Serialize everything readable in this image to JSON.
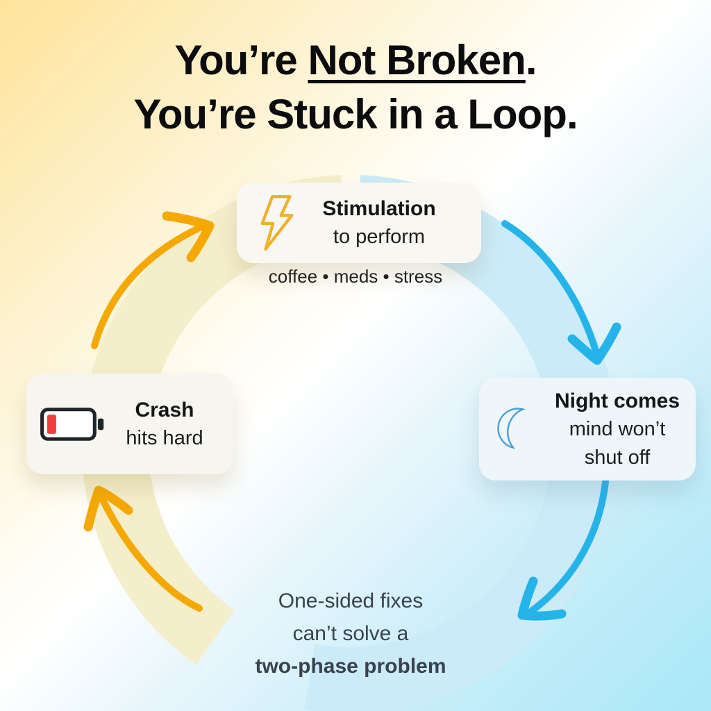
{
  "title": {
    "prefix": "You’re ",
    "underlined": "Not Broken",
    "suffix": ".",
    "line2": "You’re Stuck in a Loop."
  },
  "cards": {
    "stimulation": {
      "icon": "lightning-bolt-icon",
      "title": "Stimulation",
      "subtitle": "to perform",
      "caption": "coffee • meds • stress"
    },
    "night": {
      "icon": "crescent-moon-icon",
      "title": "Night comes",
      "line2": "mind won’t",
      "line3": "shut off"
    },
    "crash": {
      "icon": "battery-low-icon",
      "title": "Crash",
      "subtitle": "hits hard"
    }
  },
  "note": {
    "line1": "One-sided fixes",
    "line2": "can’t solve a",
    "line3": "two-phase problem"
  },
  "colors": {
    "bg_yellow": "#FFE39A",
    "bg_blue": "#A9E8F8",
    "ring_yellow": "#F5EECB",
    "ring_blue": "#CBEBF8",
    "arrow_yellow": "#F5A800",
    "arrow_blue": "#24B4E9",
    "bolt_yellow": "#EFB02B",
    "moon_blue": "#4AA0D5",
    "battery_red": "#F23E3E",
    "battery_outline": "#1F2429",
    "card_fill_white": "#F8F7F2",
    "title_text": "#0C0C0E",
    "note_text": "#3A424E"
  }
}
